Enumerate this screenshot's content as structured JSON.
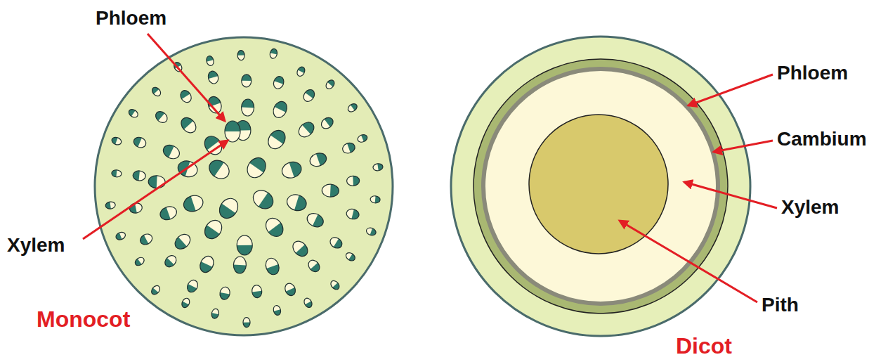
{
  "diagram": {
    "labels": [
      "Phloem",
      "Xylem",
      "Monocot",
      "Phloem",
      "Cambium",
      "Xylem",
      "Pith",
      "Dicot"
    ]
  }
}
